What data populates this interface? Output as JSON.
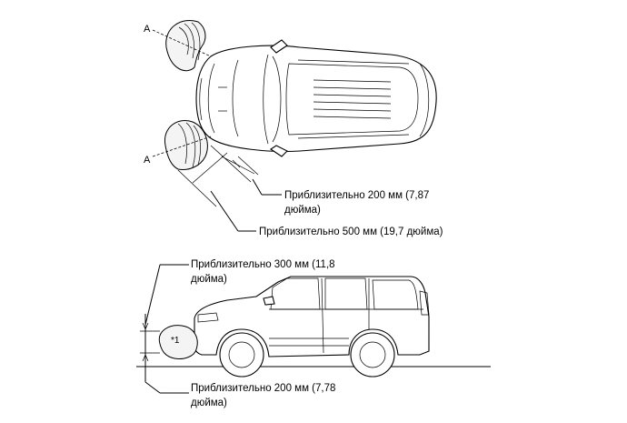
{
  "top_view": {
    "marker_a_upper": "A",
    "marker_a_lower": "A",
    "label_200_line1": "Приблизительно 200 мм (7,87",
    "label_200_line2": "дюйма)",
    "label_500": "Приблизительно 500 мм (19,7 дюйма)"
  },
  "side_view": {
    "label_300_line1": "Приблизительно 300 мм (11,8",
    "label_300_line2": "дюйма)",
    "object_marker": "*1",
    "label_bottom_200_line1": "Приблизительно 200 мм (7,78",
    "label_bottom_200_line2": "дюйма)"
  }
}
